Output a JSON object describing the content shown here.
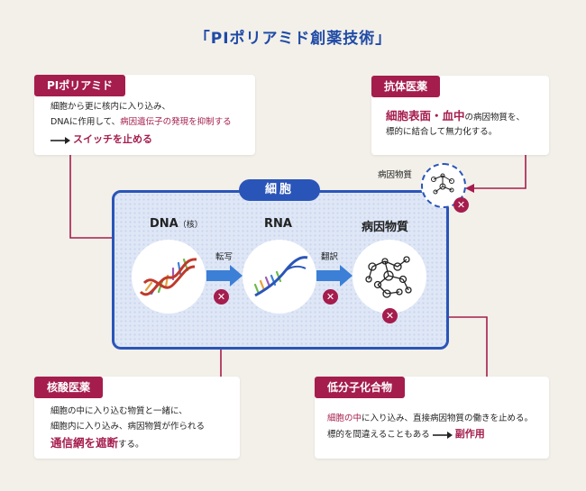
{
  "title": "「PIポリアミド創薬技術」",
  "cell": {
    "label": "細胞",
    "stages": {
      "dna": "DNA",
      "dna_sub": "（核）",
      "rna": "RNA",
      "pathogen": "病因物質"
    },
    "arrow1": "転写",
    "arrow2": "翻訳"
  },
  "pathogen_outside": "病因物質",
  "cards": {
    "pi": {
      "tag": "PIポリアミド",
      "line1": "細胞から更に核内に入り込み、",
      "line2_a": "DNAに作用して、",
      "line2_b": "病因遺伝子の発現を抑制する",
      "line3": "スイッチを止める"
    },
    "antibody": {
      "tag": "抗体医薬",
      "line1_a": "細胞表面・血中",
      "line1_b": "の病因物質を、",
      "line2": "標的に結合して無力化する。"
    },
    "nucleic": {
      "tag": "核酸医薬",
      "line1": "細胞の中に入り込む物質と一緒に、",
      "line2": "細胞内に入り込み、病因物質が作られる",
      "line3_a": "通信網を遮断",
      "line3_b": "する。"
    },
    "small": {
      "tag": "低分子化合物",
      "line1_a": "細胞の中",
      "line1_b": "に入り込み、直接病因物質の働きを止める。",
      "line2": "標的を間違えることもある",
      "line2_b": "副作用"
    }
  },
  "xmark": "✕",
  "colors": {
    "accent": "#a51d4d",
    "blue": "#2a55b8",
    "background": "#f3f0e9"
  }
}
